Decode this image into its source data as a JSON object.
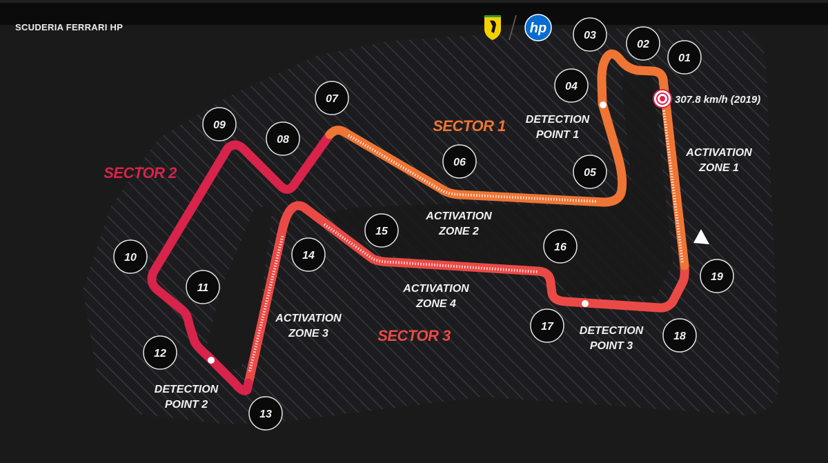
{
  "header": {
    "brand": "SCUDERIA FERRARI HP",
    "logos": [
      "ferrari-shield",
      "hp"
    ]
  },
  "colors": {
    "sector1": "#ef7535",
    "sector2": "#d8234a",
    "sector3": "#ea4a46",
    "background": "#1a1a1a"
  },
  "sectors": {
    "s1": "SECTOR 1",
    "s2": "SECTOR 2",
    "s3": "SECTOR 3"
  },
  "corners": [
    "01",
    "02",
    "03",
    "04",
    "05",
    "06",
    "07",
    "08",
    "09",
    "10",
    "11",
    "12",
    "13",
    "14",
    "15",
    "16",
    "17",
    "18",
    "19"
  ],
  "labels": {
    "dp1": [
      "DETECTION",
      "POINT 1"
    ],
    "dp2": [
      "DETECTION",
      "POINT 2"
    ],
    "dp3": [
      "DETECTION",
      "POINT 3"
    ],
    "az1": [
      "ACTIVATION",
      "ZONE 1"
    ],
    "az2": [
      "ACTIVATION",
      "ZONE 2"
    ],
    "az3": [
      "ACTIVATION",
      "ZONE 3"
    ],
    "az4": [
      "ACTIVATION",
      "ZONE 4"
    ]
  },
  "speed_trap": {
    "text": "307.8 km/h (2019)",
    "icon": "speed-trap-icon"
  }
}
